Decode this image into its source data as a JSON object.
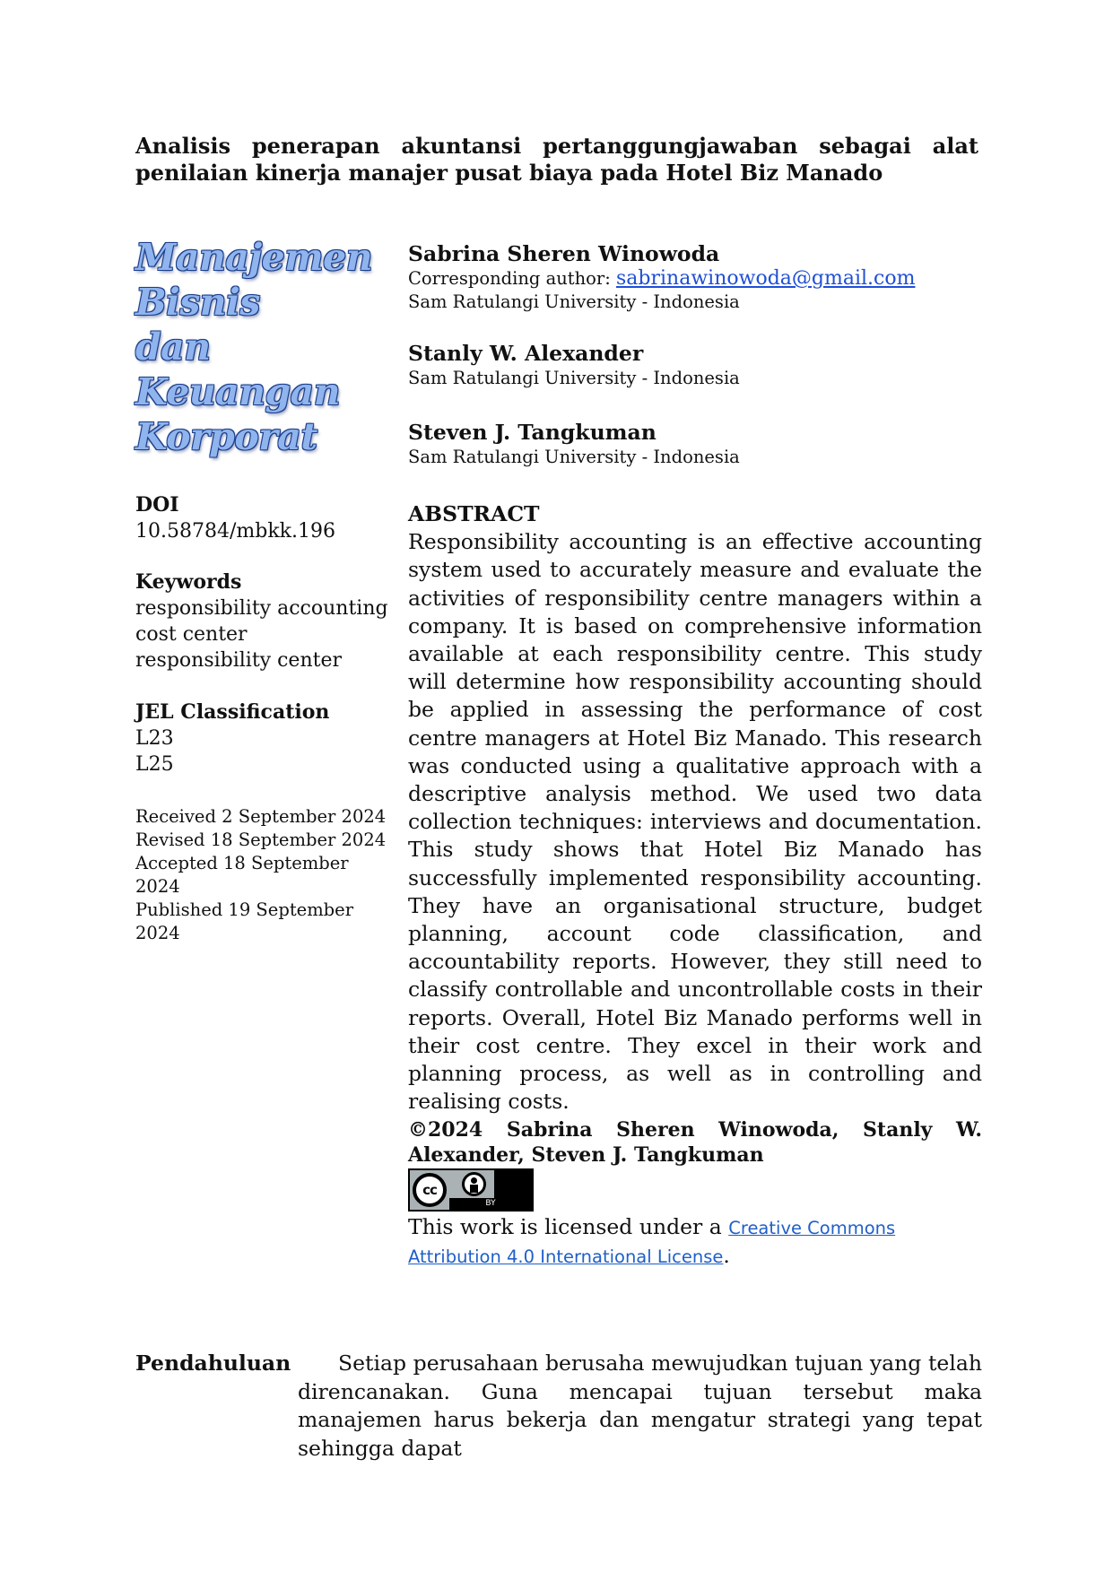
{
  "title": "Analisis penerapan akuntansi pertanggungjawaban sebagai alat penilaian kinerja manajer pusat biaya pada Hotel Biz Manado",
  "journal_logo": [
    "Manajemen",
    "Bisnis",
    "dan",
    "Keuangan",
    "Korporat"
  ],
  "doi": {
    "heading": "DOI",
    "value": "10.58784/mbkk.196"
  },
  "keywords": {
    "heading": "Keywords",
    "items": [
      "responsibility accounting",
      "cost center",
      "responsibility center"
    ]
  },
  "jel": {
    "heading": "JEL Classification",
    "items": [
      "L23",
      "L25"
    ]
  },
  "dates": [
    "Received 2 September 2024",
    "Revised 18 September 2024",
    "Accepted 18 September 2024",
    "Published 19 September 2024"
  ],
  "authors": [
    {
      "name": "Sabrina Sheren Winowoda",
      "corresponding_label": "Corresponding author: ",
      "email": "sabrinawinowoda@gmail.com",
      "affiliation": "Sam Ratulangi University - Indonesia"
    },
    {
      "name": "Stanly W. Alexander",
      "affiliation": "Sam Ratulangi University - Indonesia"
    },
    {
      "name": "Steven J. Tangkuman",
      "affiliation": "Sam Ratulangi University - Indonesia"
    }
  ],
  "abstract": {
    "heading": "ABSTRACT",
    "text": "Responsibility accounting is an effective accounting system used to accurately measure and evaluate the activities of responsibility centre managers within a company. It is based on comprehensive information available at each responsibility centre. This study will determine how responsibility accounting should be applied in assessing the performance of cost centre managers at Hotel Biz Manado. This research was conducted using a qualitative approach with a descriptive analysis method. We used two data collection techniques: interviews and documentation. This study shows that Hotel Biz Manado has successfully implemented responsibility accounting. They have an organisational structure, budget planning, account code classification, and accountability reports. However, they still need to classify controllable and uncontrollable costs in their reports. Overall, Hotel Biz Manado performs well in their cost centre. They excel in their work and planning process, as well as in controlling and realising costs."
  },
  "copyright": "©2024 Sabrina Sheren Winowoda, Stanly W. Alexander, Steven J. Tangkuman",
  "cc_badge": {
    "cc": "cc",
    "by": "BY"
  },
  "license": {
    "prefix": "This work is licensed under a ",
    "link": "Creative Commons Attribution 4.0 International License",
    "suffix": "."
  },
  "section": {
    "label": "Pendahuluan",
    "text": "Setiap perusahaan berusaha mewujudkan tujuan yang telah direncanakan. Guna mencapai tujuan tersebut maka manajemen harus bekerja dan mengatur strategi yang tepat sehingga dapat"
  }
}
